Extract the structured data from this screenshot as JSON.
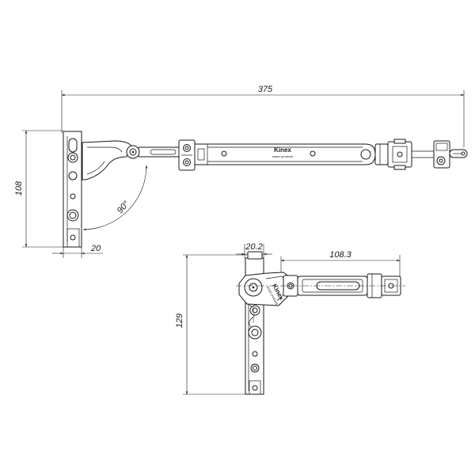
{
  "top_view": {
    "dim_overall_length": "375",
    "dim_height": "108",
    "dim_plate_width": "20",
    "angle": "90°",
    "brand": "Kinex",
    "tagline": "smart products"
  },
  "bottom_view": {
    "dim_plate_width": "20.2",
    "dim_arm_length": "108.3",
    "dim_height": "129",
    "brand": "Kinex",
    "tagline": "smart products"
  },
  "colors": {
    "line": "#1a1a1a",
    "background": "#ffffff"
  }
}
